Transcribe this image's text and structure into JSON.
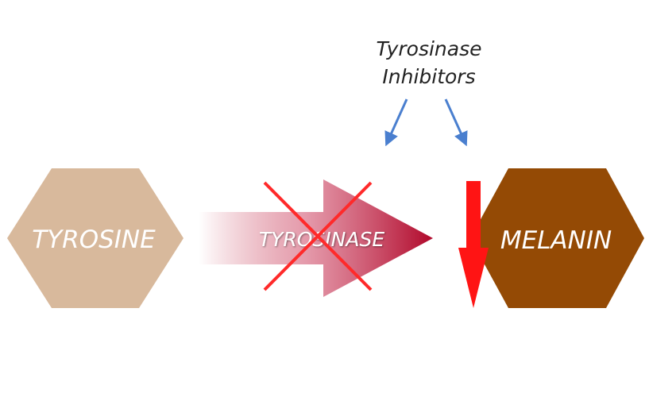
{
  "inhibitor": {
    "line1": "Tyrosinase",
    "line2": "Inhibitors"
  },
  "substrate": {
    "label": "TYROSINE",
    "color": "#d8b99c"
  },
  "enzyme": {
    "label": "TYROSINASE",
    "color": "#b8102e",
    "blocked": true,
    "cross_color": "#ff2a2a"
  },
  "product": {
    "label": "MELANIN",
    "color": "#944a05"
  },
  "reduction_arrow": {
    "color": "#ff1414"
  },
  "inhibitor_arrows": {
    "color": "#4a7fcf"
  }
}
